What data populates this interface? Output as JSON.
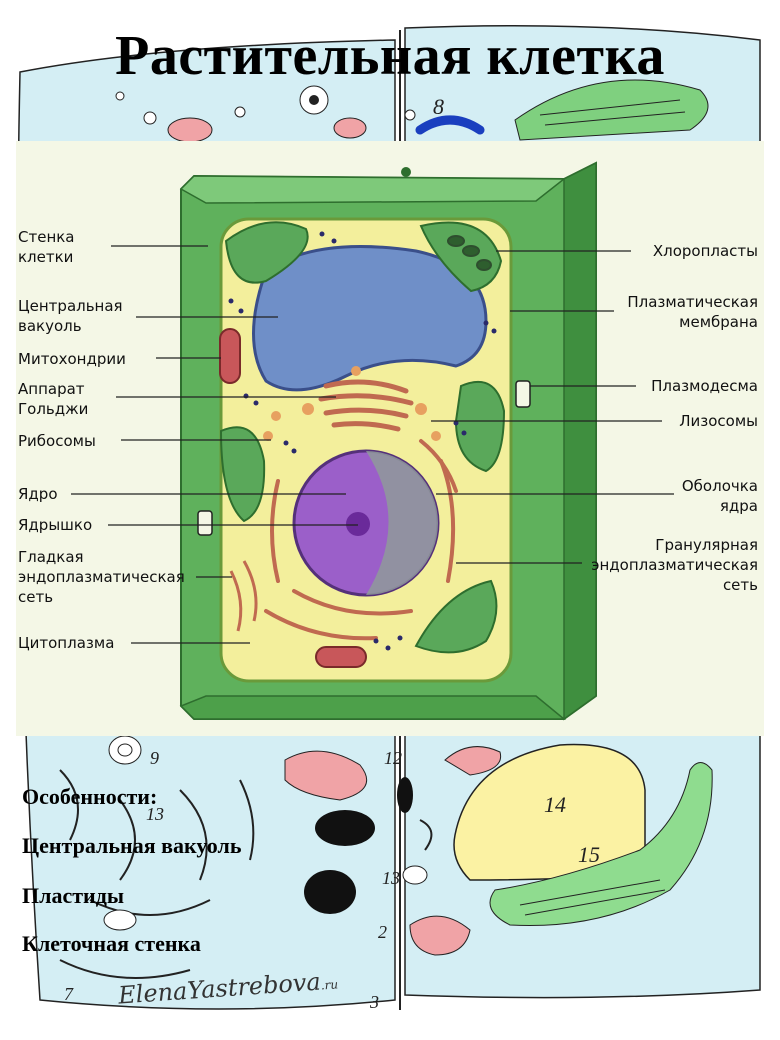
{
  "title": "Растительная клетка",
  "labels": {
    "left": [
      "Стенка\nклетки",
      "Центральная\nвакуоль",
      "Митохондрии",
      "Аппарат\nГольджи",
      "Рибосомы",
      "Ядро",
      "Ядрышко",
      "Гладкая\nэндоплазматическая\nсеть",
      "Цитоплазма"
    ],
    "right": [
      "Хлоропласты",
      "Плазматическая\nмембрана",
      "Плазмодесма",
      "Лизосомы",
      "Оболочка\nядра",
      "Гранулярная\nэндоплазматическая\nсеть"
    ]
  },
  "features": {
    "heading": "Особенности:",
    "items": [
      "Центральная вакуоль",
      "Пластиды",
      "Клеточная стенка"
    ]
  },
  "background_numbers": [
    "8",
    "9",
    "12",
    "13",
    "13",
    "14",
    "15",
    "2",
    "3",
    "7"
  ],
  "signature": {
    "name": "ElenaYastrebova",
    "domain": ".ru"
  },
  "colors": {
    "cell_wall": "#5fb15c",
    "cell_wall_dark": "#3f8f3f",
    "cytoplasm": "#f3ef9c",
    "vacuole": "#6f8fc8",
    "nucleus": "#9b5fc9",
    "chloroplast": "#5aa85a",
    "mitochondrion": "#c8575a",
    "panel_bg": "#f4f7e6",
    "background_fill": "#d4eef4"
  }
}
